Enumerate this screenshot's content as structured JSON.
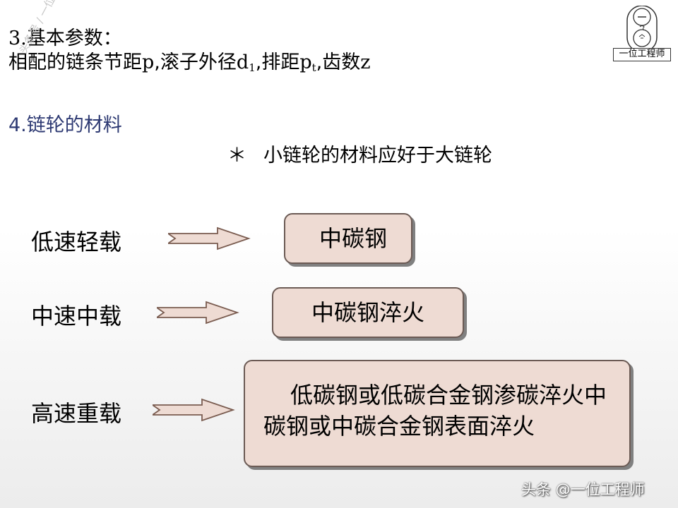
{
  "slide": {
    "line1": "3.基本参数：",
    "line2": {
      "a": "相配的链条节距",
      "p": "p",
      "b": ",滚子外径",
      "d": "d",
      "d_sub": "1",
      "c": ",排距",
      "pt": "p",
      "pt_sub": "t",
      "e": ",齿数",
      "z": "z"
    },
    "section4": "4.链轮的材料",
    "note_star": "＊",
    "note": "小链轮的材料应好于大链轮",
    "rows": [
      {
        "label": "低速轻载",
        "material": "中碳钢"
      },
      {
        "label": "中速中载",
        "material": "中碳钢淬火"
      },
      {
        "label": "高速重载",
        "material": "低碳钢或低碳合金钢渗碳淬火中碳钢或中碳合金钢表面淬火"
      }
    ],
    "colors": {
      "heading4": "#2e3a73",
      "box_fill": "#eedbd3",
      "arrow_fill": "#eedbd3"
    }
  },
  "logo": {
    "text": "一位工程师"
  },
  "watermark": {
    "bottom": "头条 @一位工程师",
    "side": "头条号 / 一位工程师"
  }
}
